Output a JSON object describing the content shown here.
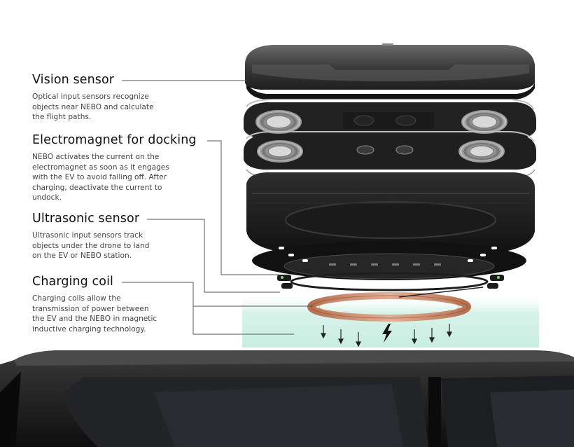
{
  "labels": [
    {
      "title": "Vision sensor",
      "lines": [
        "Optical input sensors recognize",
        "objects near NEBO and calculate",
        "the flight paths."
      ]
    },
    {
      "title": "Electromagnet for docking",
      "lines": [
        "NEBO activates the current on the",
        "electromagnet as soon as it engages",
        "with the EV to avoid falling off. After",
        "charging, deactivate the current to",
        "undock."
      ]
    },
    {
      "title": "Ultrasonic sensor",
      "lines": [
        "Ultrasonic input sensors track",
        "objects under the drone to land",
        "on the EV or NEBO station."
      ]
    },
    {
      "title": "Charging coil",
      "lines": [
        "Charging coils allow the",
        "transmission of power between",
        "the EV and the NEBO in magnetic",
        "inductive charging technology."
      ]
    }
  ],
  "icons": {
    "bolt": "lightning-bolt-icon"
  },
  "colors": {
    "charging_glow": "#cdeee3",
    "coil": "#c98a6a"
  }
}
